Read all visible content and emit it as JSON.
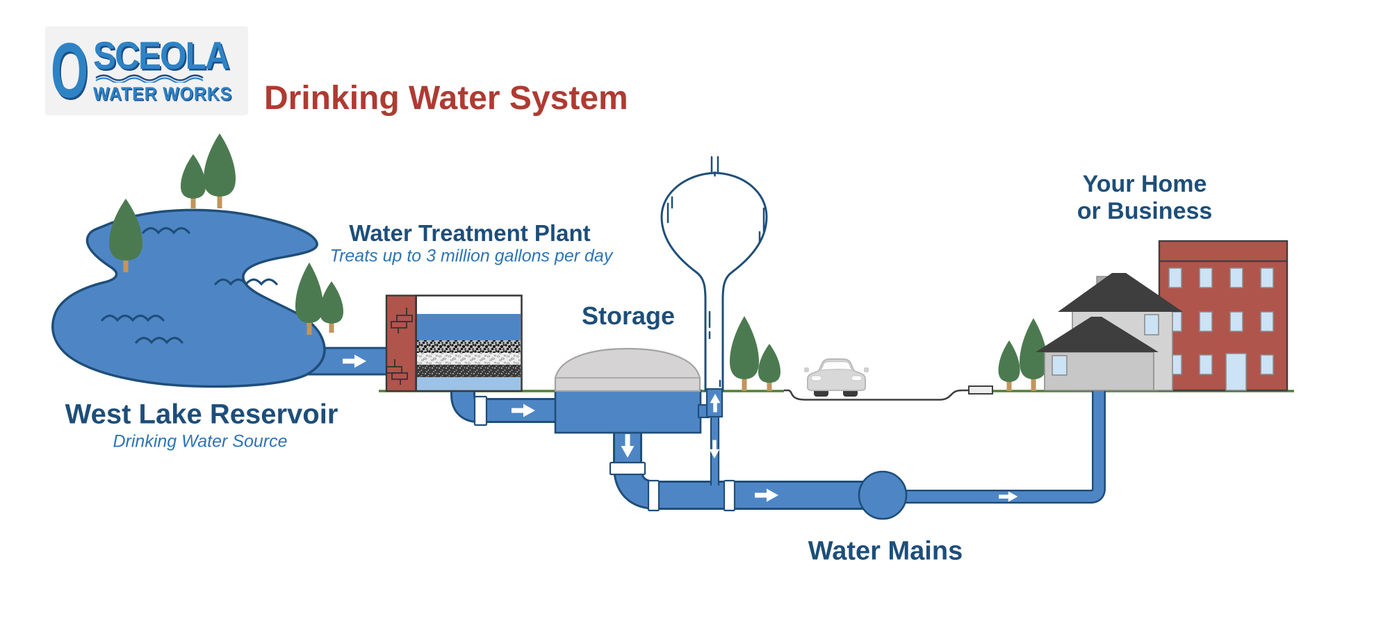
{
  "title": "Drinking Water System",
  "logo": {
    "big_letter": "O",
    "name_rest": "SCEOLA",
    "tagline": "WATER WORKS"
  },
  "labels": {
    "reservoir": {
      "title": "West Lake Reservoir",
      "subtitle": "Drinking Water Source"
    },
    "treatment": {
      "title": "Water Treatment Plant",
      "subtitle": "Treats up to 3 million gallons per day"
    },
    "storage": {
      "title": "Storage"
    },
    "mains": {
      "title": "Water Mains"
    },
    "destination": {
      "line1": "Your Home",
      "line2": "or Business"
    }
  },
  "icons": {
    "lake": "organic blue blob with wave squiggles",
    "tree-icon": "dark green teardrop conifer with tan trunk",
    "water-tower-icon": "navy outlined teardrop tower with antenna",
    "storage-tank-icon": "gray dome over buried blue reservoir",
    "treatment-plant-icon": "red brick wall beside layered filter tank",
    "pump-icon": "blue circle on water main",
    "pipe-arrow-icon": "white directional flow arrow",
    "car-icon": "light gray car front view in road cut",
    "water-meter-icon": "small outlined gray box at curb",
    "house-icon": "gray two-story house with dark hip roofs",
    "apartment-building-icon": "red three-story building with blue windows"
  },
  "colors": {
    "water_blue": "#4E86C5",
    "pipe_outline": "#1F4E79",
    "navy_text": "#1E4E79",
    "subtitle_blue": "#2E74B5",
    "title_red": "#AE3B32",
    "brick_red": "#AF554C",
    "tree_green": "#4C7A50",
    "trunk_brown": "#C2955A",
    "ground_green": "#538135",
    "filtered_light_blue": "#9CC3E5",
    "window_blue": "#CCE2F5",
    "dome_gray": "#D5D3D3",
    "roof_gray": "#3E3E3E",
    "house_gray_back": "#D3D3D3",
    "house_gray_front": "#C7C7C7",
    "chimney_gray": "#A9A9A9",
    "car_gray": "#D8D8D8",
    "road_dark": "#3F3F3F",
    "logo_blue": "#2E83C5",
    "logo_navy": "#1C4D86",
    "logo_bg": "#F2F2F2",
    "arrow_white": "#FFFFFF"
  }
}
